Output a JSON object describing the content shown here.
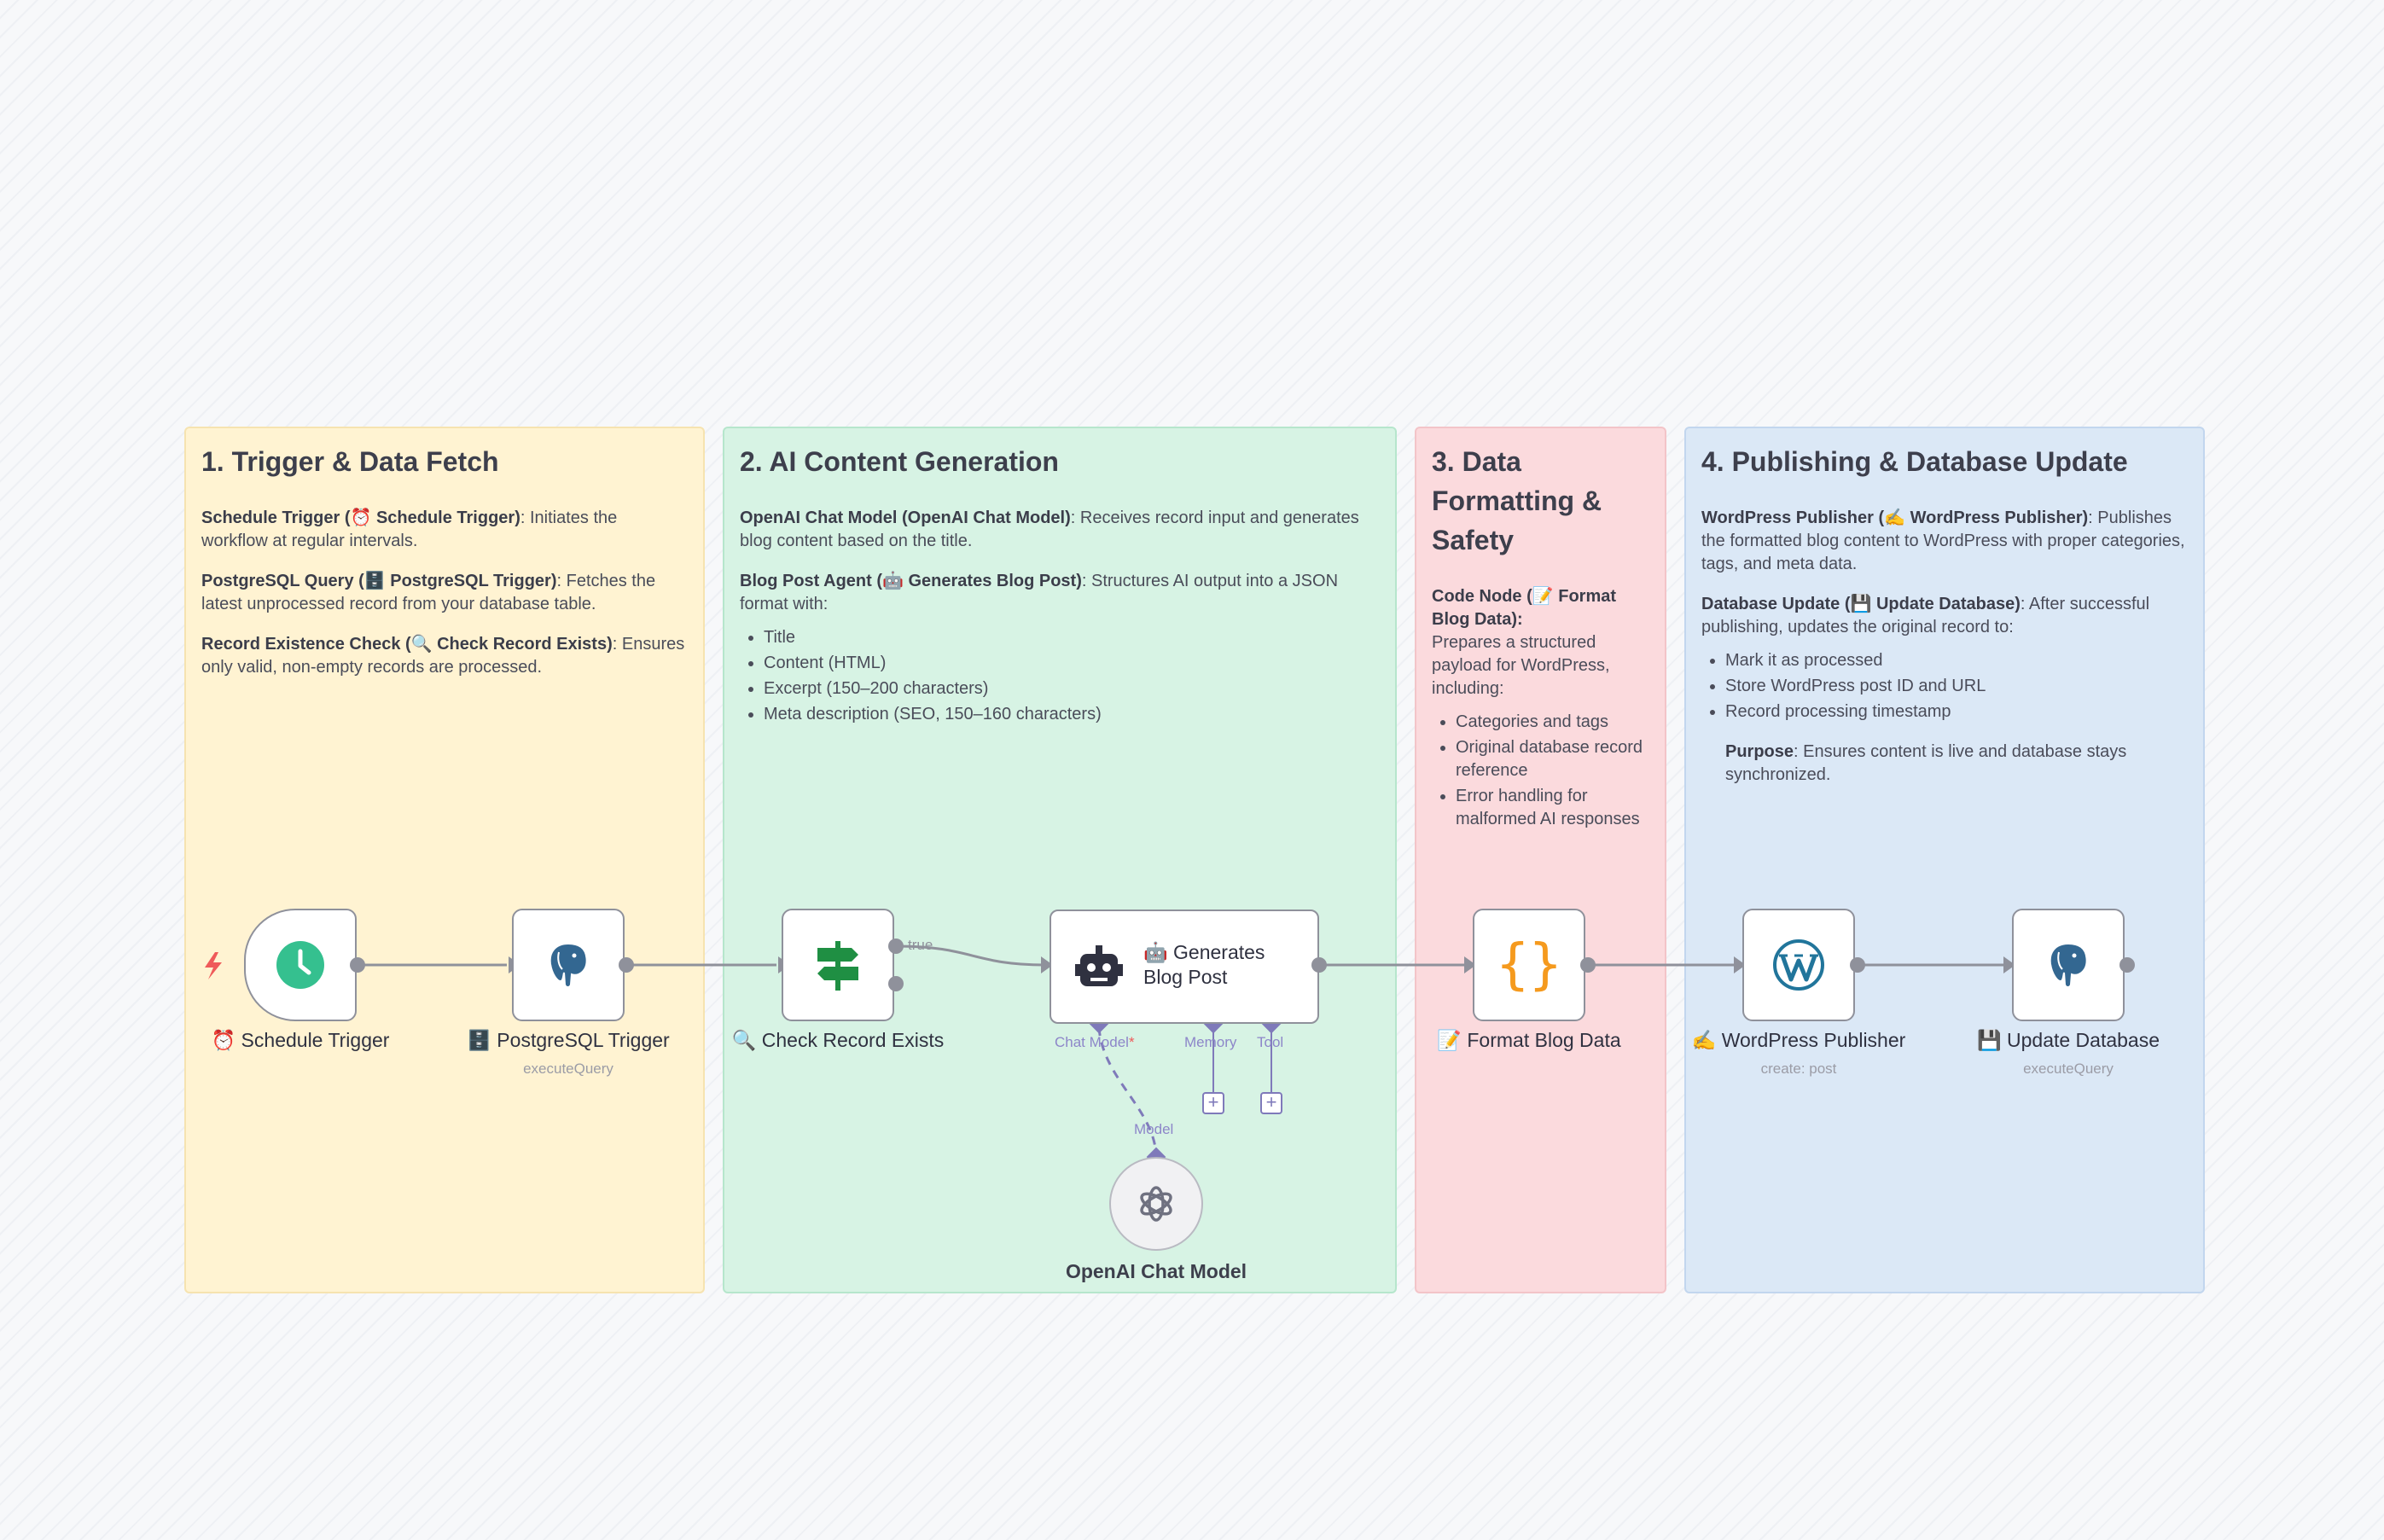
{
  "sticky_notes": {
    "trigger": {
      "title": "1. Trigger & Data Fetch",
      "p1_bold": "Schedule Trigger (⏰ Schedule Trigger)",
      "p1_text": ": Initiates the workflow at regular intervals.",
      "p2_bold": "PostgreSQL Query (🗄️ PostgreSQL Trigger)",
      "p2_text": ": Fetches the latest unprocessed record from your database table.",
      "p3_bold": "Record Existence Check (🔍 Check Record Exists)",
      "p3_text": ": Ensures only valid, non-empty records are processed."
    },
    "ai": {
      "title": "2. AI Content Generation",
      "p1_bold": "OpenAI Chat Model (OpenAI Chat Model)",
      "p1_text": ": Receives record input and generates blog content based on the title.",
      "p2_bold": "Blog Post Agent (🤖 Generates Blog Post)",
      "p2_text": ": Structures AI output into a JSON format with:",
      "items": [
        "Title",
        "Content (HTML)",
        "Excerpt (150–200 characters)",
        "Meta description (SEO, 150–160 characters)"
      ]
    },
    "format": {
      "title": "3. Data Formatting & Safety",
      "p1_bold": "Code Node (📝 Format Blog Data)",
      "p1_text": ":",
      "p2_text": "Prepares a structured payload for WordPress, including:",
      "items": [
        "Categories and tags",
        "Original database record reference",
        "Error handling for malformed AI responses"
      ]
    },
    "publish": {
      "title": "4. Publishing & Database Update",
      "p1_bold": "WordPress Publisher (✍️ WordPress Publisher)",
      "p1_text": ": Publishes the formatted blog content to WordPress with proper categories, tags, and meta data.",
      "p2_bold": "Database Update (💾 Update Database)",
      "p2_text": ": After successful publishing, updates the original record to:",
      "items": [
        "Mark it as processed",
        "Store WordPress post ID and URL",
        "Record processing timestamp"
      ],
      "purpose_bold": "Purpose",
      "purpose_text": ": Ensures content is live and database stays synchronized."
    }
  },
  "nodes": {
    "schedule": {
      "label": "⏰ Schedule Trigger",
      "icon": "clock-icon"
    },
    "postgres_trigger": {
      "label": "🗄️ PostgreSQL Trigger",
      "sub": "executeQuery",
      "icon": "postgresql-elephant-icon"
    },
    "check": {
      "label": "🔍 Check Record Exists",
      "icon": "signpost-if-icon"
    },
    "agent": {
      "label": "🤖 Generates Blog Post",
      "icon": "robot-icon"
    },
    "openai": {
      "label": "OpenAI Chat Model",
      "icon": "openai-logo-icon"
    },
    "format": {
      "label": "📝 Format Blog Data",
      "icon": "curly-braces-icon"
    },
    "wordpress": {
      "label": "✍️ WordPress Publisher",
      "sub": "create: post",
      "icon": "wordpress-logo-icon"
    },
    "update_db": {
      "label": "💾 Update Database",
      "sub": "executeQuery",
      "icon": "postgresql-elephant-icon"
    }
  },
  "connections": {
    "true_label": "true",
    "chat_model_label": "Chat Model",
    "chat_model_required": "*",
    "memory_label": "Memory",
    "tool_label": "Tool",
    "model_label": "Model"
  },
  "colors": {
    "sticky_yellow": "#fff3d2",
    "sticky_green": "#d7f3e4",
    "sticky_red": "#fbdadd",
    "sticky_blue": "#dbe8f6",
    "schedule_green": "#35c08f",
    "if_green": "#1f8f43",
    "code_orange": "#f59a1e",
    "wordpress_blue": "#21759b",
    "postgres_blue": "#336791",
    "ai_purple": "#7f7aba",
    "trigger_bolt": "#ef5a5a"
  }
}
